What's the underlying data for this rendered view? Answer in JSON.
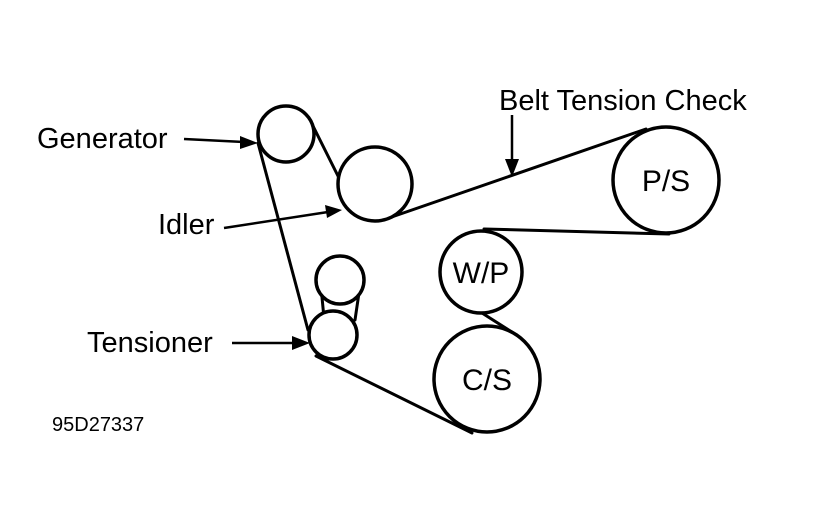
{
  "labels": {
    "generator": "Generator",
    "idler": "Idler",
    "tensioner": "Tensioner",
    "belt_tension_check": "Belt Tension Check"
  },
  "pulleys": {
    "ps": "P/S",
    "wp": "W/P",
    "cs": "C/S"
  },
  "figure_code": "95D27337",
  "colors": {
    "line": "#000000",
    "background": "#ffffff"
  }
}
